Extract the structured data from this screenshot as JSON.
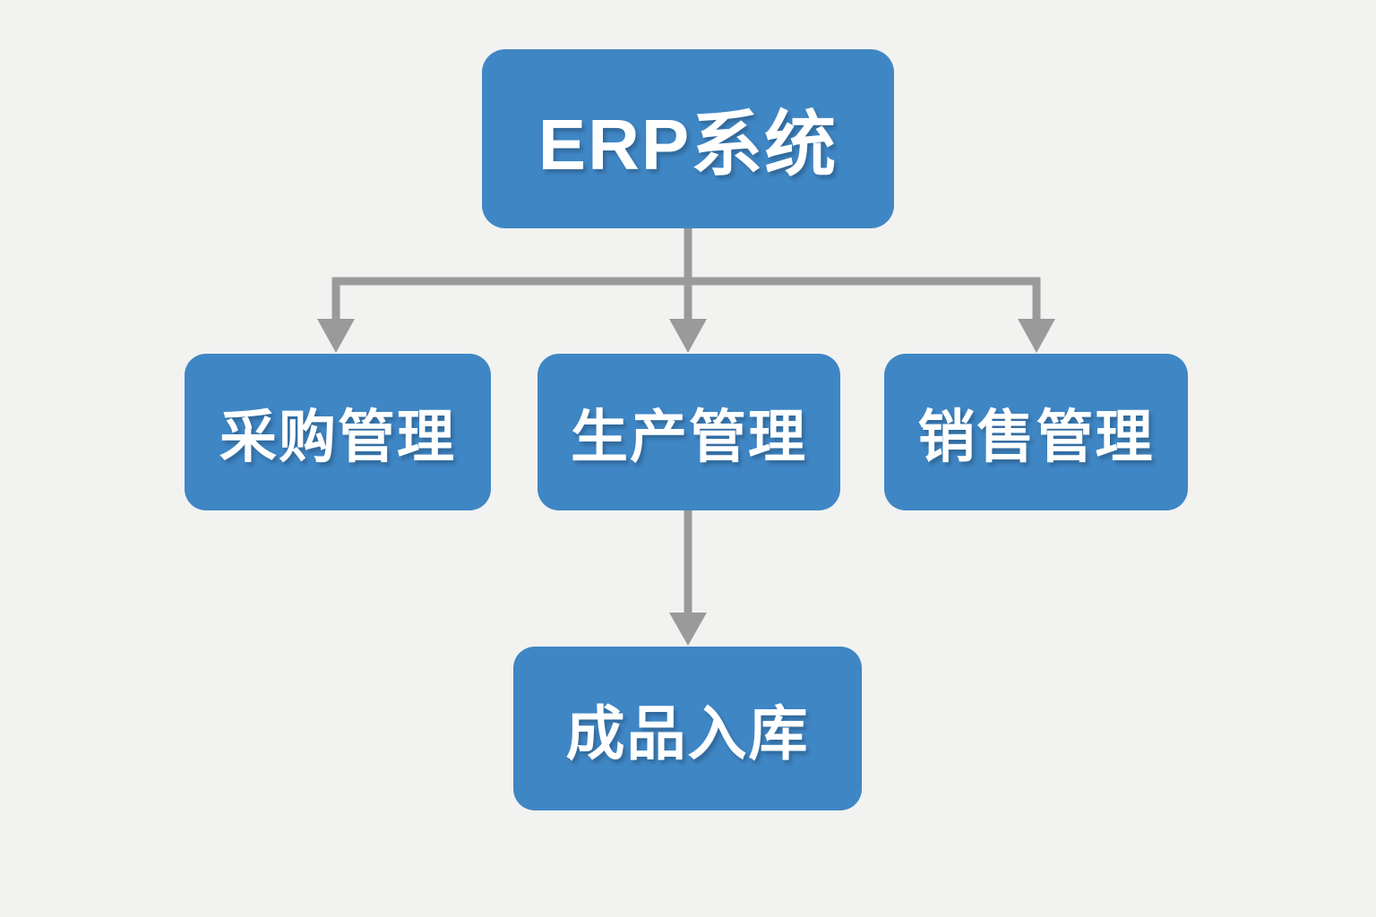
{
  "diagram": {
    "type": "flowchart",
    "direction": "top-down"
  },
  "colors": {
    "node_fill": "#3f86c5",
    "node_text": "#ffffff",
    "connector": "#9a9a9a",
    "background": "#f2f2f0"
  },
  "nodes": [
    {
      "id": "erp-system",
      "label": "ERP系统"
    },
    {
      "id": "purchasing",
      "label": "采购管理"
    },
    {
      "id": "production",
      "label": "生产管理"
    },
    {
      "id": "sales",
      "label": "销售管理"
    },
    {
      "id": "finished-goods-warehousing",
      "label": "成品入库"
    }
  ],
  "edges": [
    {
      "from": "ERP系统",
      "to": "采购管理"
    },
    {
      "from": "ERP系统",
      "to": "生产管理"
    },
    {
      "from": "ERP系统",
      "to": "销售管理"
    },
    {
      "from": "生产管理",
      "to": "成品入库"
    }
  ]
}
